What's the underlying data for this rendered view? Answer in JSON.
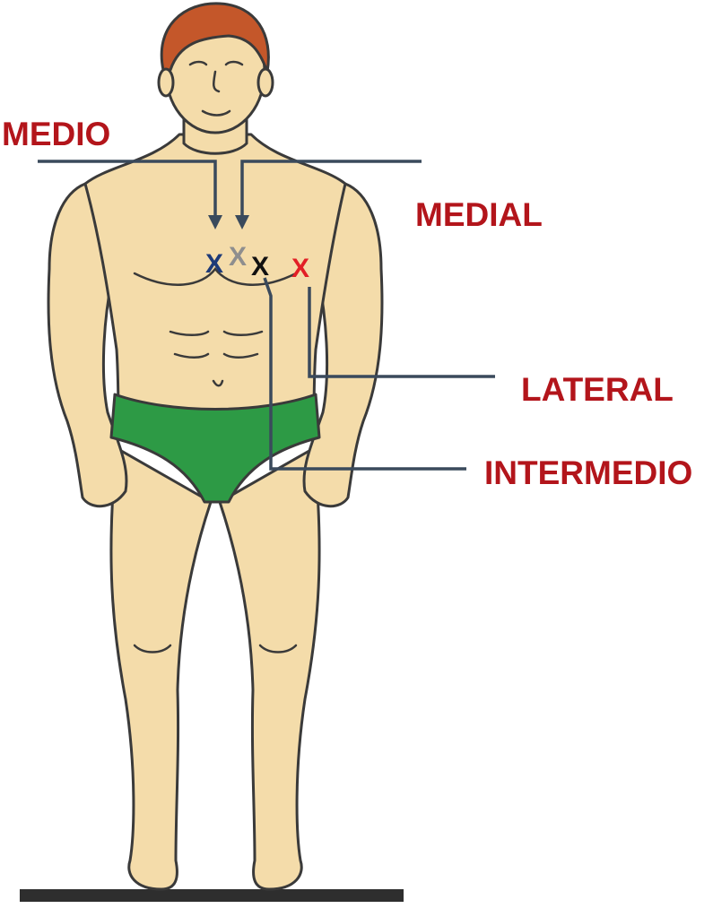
{
  "labels": {
    "medio": "MEDIO",
    "medial": "MEDIAL",
    "lateral": "LATERAL",
    "intermedio": "INTERMEDIO"
  },
  "marks": {
    "medio": "X",
    "medial": "X",
    "intermedio": "X",
    "lateral": "X"
  },
  "colors": {
    "label_text": "#b3151b",
    "pointer_line": "#3a4a5c",
    "mark_medio": "#1d3a78",
    "mark_medial": "#8e8e8e",
    "mark_intermedio": "#111111",
    "mark_lateral": "#e21f26",
    "skin": "#f4dcaa",
    "hair": "#c4572a",
    "briefs": "#2d9a45",
    "outline": "#3a3a3a"
  }
}
